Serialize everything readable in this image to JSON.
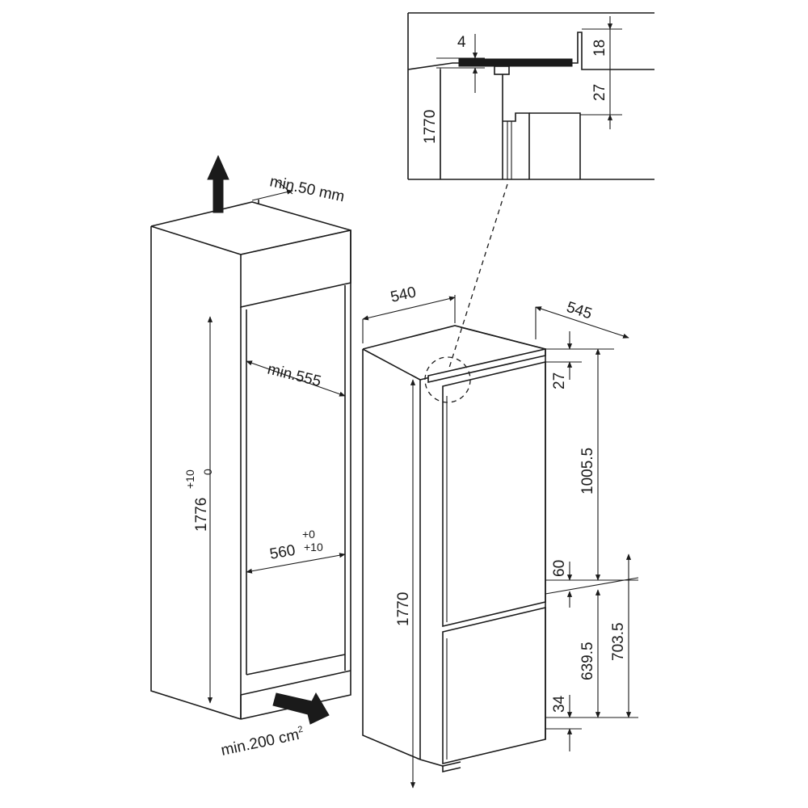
{
  "detail": {
    "dim_4": "4",
    "dim_18": "18",
    "dim_27": "27",
    "dim_1770": "1770"
  },
  "niche": {
    "vent_top": "min.50 mm",
    "depth_min": "min.555",
    "height": "1776",
    "height_tol_upper": "+10",
    "height_tol_lower": "0",
    "width": "560",
    "width_tol_upper": "+0",
    "width_tol_lower": "+10",
    "vent_bottom": "min.200 cm",
    "vent_bottom_sup": "2"
  },
  "appliance": {
    "width": "540",
    "depth": "545",
    "top_gap": "27",
    "upper_door": "1005.5",
    "mid_gap": "60",
    "height": "1770",
    "lower_door": "639.5",
    "lower_total": "703.5",
    "bottom_gap": "34"
  }
}
